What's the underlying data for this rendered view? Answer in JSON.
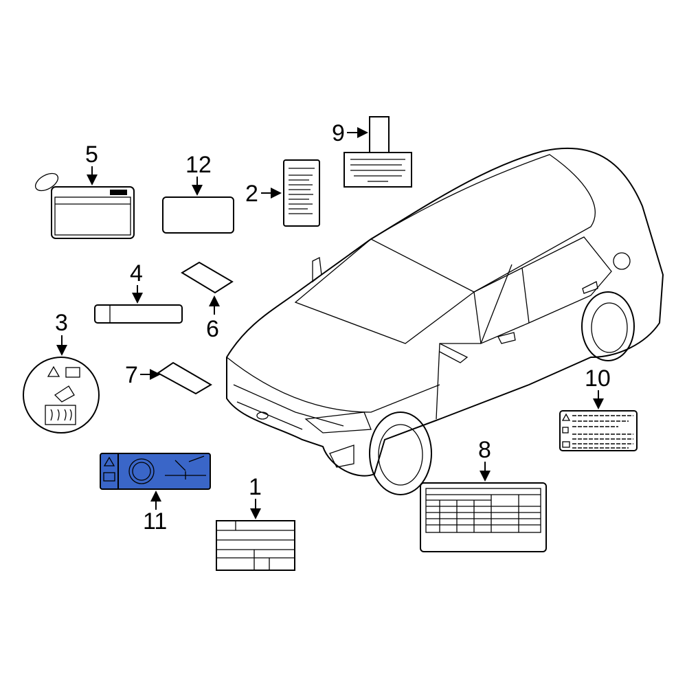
{
  "diagram": {
    "callouts": [
      {
        "id": "1",
        "label": "1"
      },
      {
        "id": "2",
        "label": "2"
      },
      {
        "id": "3",
        "label": "3"
      },
      {
        "id": "4",
        "label": "4"
      },
      {
        "id": "5",
        "label": "5"
      },
      {
        "id": "6",
        "label": "6"
      },
      {
        "id": "7",
        "label": "7"
      },
      {
        "id": "8",
        "label": "8"
      },
      {
        "id": "9",
        "label": "9"
      },
      {
        "id": "10",
        "label": "10"
      },
      {
        "id": "11",
        "label": "11"
      },
      {
        "id": "12",
        "label": "12"
      }
    ],
    "colors": {
      "label_11_fill": "#3a66c8",
      "line": "#000000",
      "background": "#ffffff"
    }
  }
}
